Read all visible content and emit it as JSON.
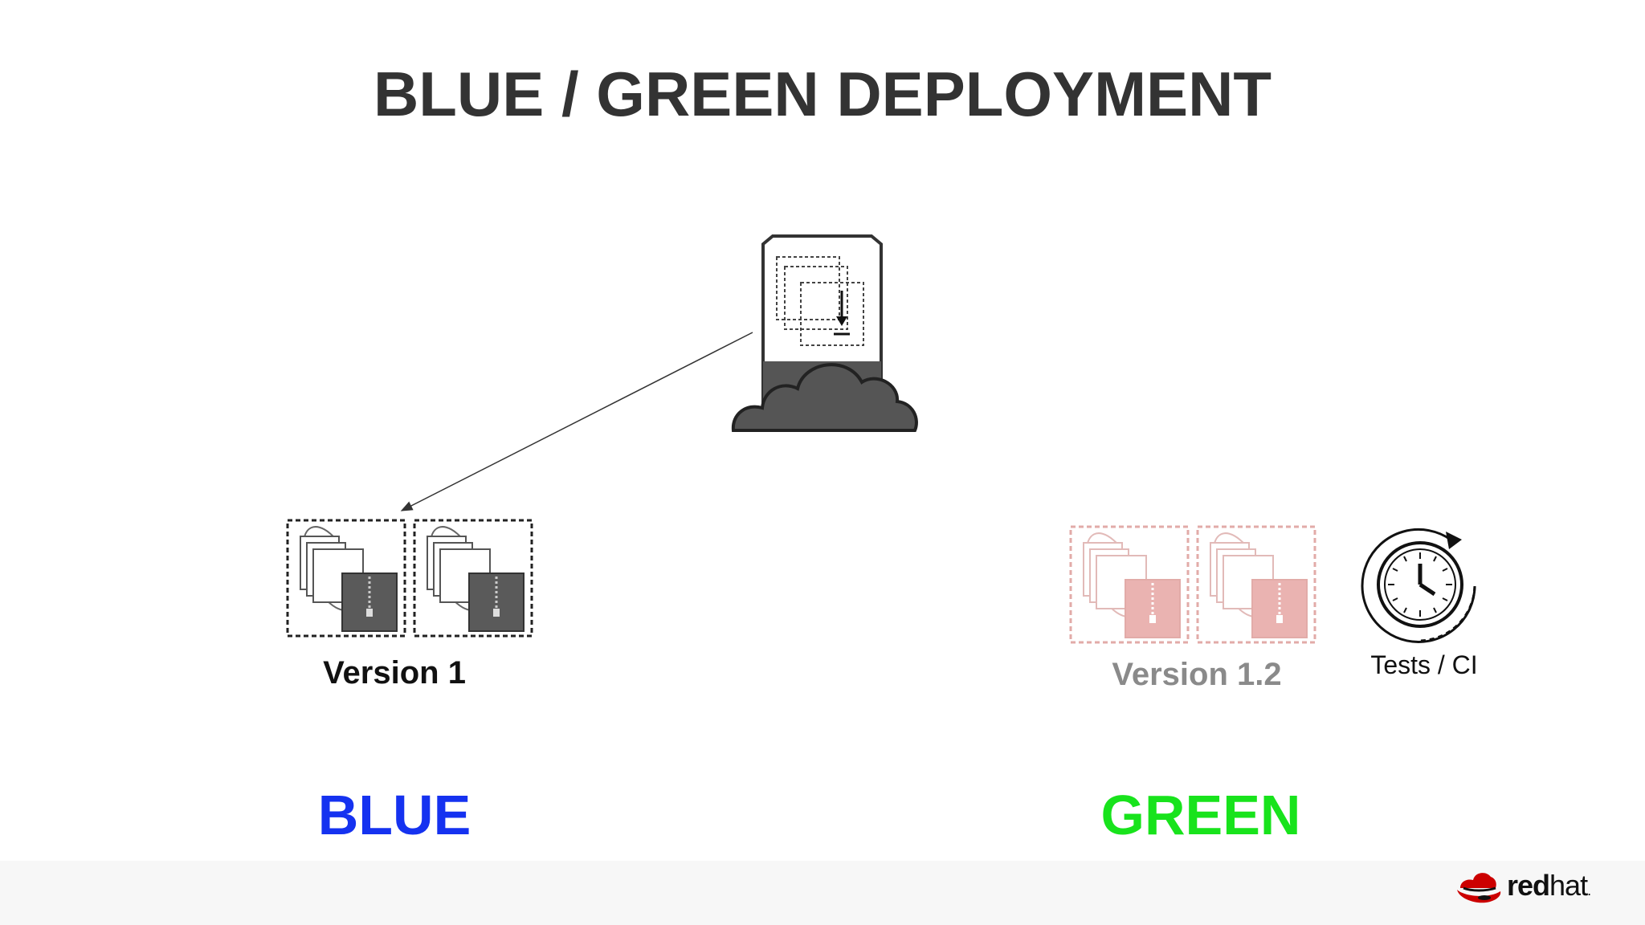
{
  "title": "BLUE / GREEN DEPLOYMENT",
  "blue": {
    "version_label": "Version 1",
    "env_label": "BLUE",
    "env_color": "#1532f0",
    "pod_color": "#5a5a5a",
    "pod_icon": "app-container-icon"
  },
  "green": {
    "version_label": "Version 1.2",
    "env_label": "GREEN",
    "env_color": "#18e31c",
    "pod_color": "#e49a97",
    "pod_icon": "app-container-icon",
    "tests_label": "Tests / CI"
  },
  "router": {
    "icon": "cloud-router-icon"
  },
  "logo": {
    "brand_bold": "red",
    "brand_light": "hat",
    "trademark": "."
  }
}
